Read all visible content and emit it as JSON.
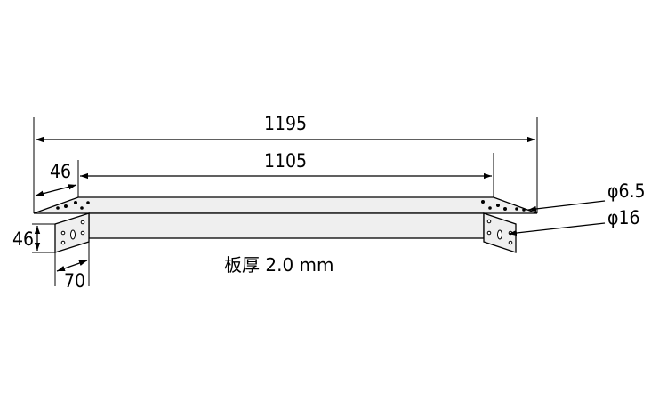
{
  "dimensions": {
    "overall_length": "1195",
    "inner_length": "1105",
    "end_offset": "46",
    "flange_height": "46",
    "flange_width": "70"
  },
  "holes": {
    "small_diameter": "φ6.5",
    "large_diameter": "φ16"
  },
  "note": {
    "plate_thickness": "板厚 2.0 mm"
  },
  "colors": {
    "line": "#000000",
    "part_fill": "#efefef",
    "background": "#ffffff"
  }
}
